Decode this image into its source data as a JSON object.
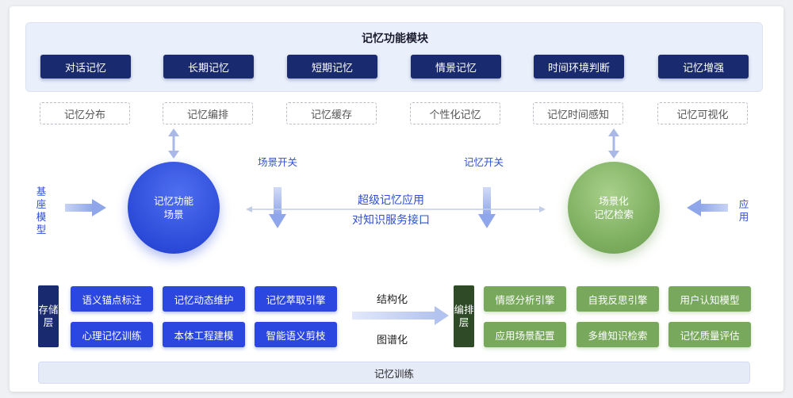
{
  "module": {
    "title": "记忆功能模块",
    "items": [
      "对话记忆",
      "长期记忆",
      "短期记忆",
      "情景记忆",
      "时间环境判断",
      "记忆增强"
    ]
  },
  "features": [
    "记忆分布",
    "记忆编排",
    "记忆缓存",
    "个性化记忆",
    "记忆时间感知",
    "记忆可视化"
  ],
  "left_input": {
    "label": "基座模型"
  },
  "right_input": {
    "label": "应用"
  },
  "left_circle": {
    "line1": "记忆功能",
    "line2": "场景"
  },
  "right_circle": {
    "line1": "场景化",
    "line2": "记忆检索"
  },
  "switches": {
    "scene": "场景开关",
    "memory": "记忆开关"
  },
  "center": {
    "line1": "超级记忆应用",
    "line2": "对知识服务接口"
  },
  "storage": {
    "label": "存储层",
    "items": [
      "语义锚点标注",
      "记忆动态维护",
      "记忆萃取引擎",
      "心理记忆训练",
      "本体工程建模",
      "智能语义剪枝"
    ]
  },
  "middle": {
    "top": "结构化",
    "bottom": "图谱化"
  },
  "orchestration": {
    "label": "编排层",
    "items": [
      "情感分析引擎",
      "自我反思引擎",
      "用户认知模型",
      "应用场景配置",
      "多维知识检索",
      "记忆质量评估"
    ]
  },
  "footer": {
    "label": "记忆训练"
  },
  "colors": {
    "navy": "#1a2a6e",
    "blue": "#2c46e0",
    "green": "#78a85b",
    "dark_green": "#2f4a26",
    "text_blue": "#2e4fd1"
  }
}
